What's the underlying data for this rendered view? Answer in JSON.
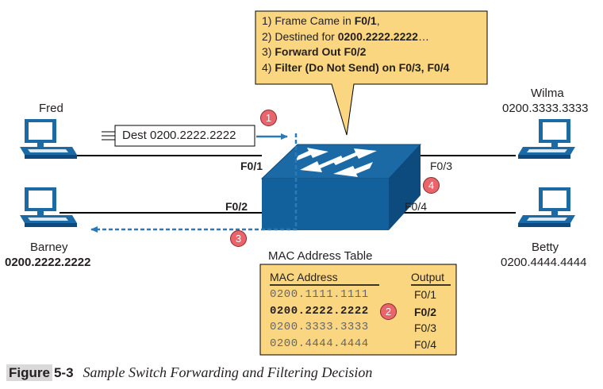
{
  "callout": {
    "line1_pre": "1) Frame Came in ",
    "line1_bold": "F0/1",
    "line1_post": ",",
    "line2_pre": "2) Destined for ",
    "line2_bold": "0200.2222.2222",
    "line2_post": "…",
    "line3_pre": "3) ",
    "line3_bold": "Forward Out F0/2",
    "line4_pre": "4) ",
    "line4_bold": "Filter (Do Not Send) on F0/3, F0/4"
  },
  "hosts": {
    "fred": {
      "name": "Fred"
    },
    "barney": {
      "name": "Barney",
      "mac": "0200.2222.2222"
    },
    "wilma": {
      "name": "Wilma",
      "mac": "0200.3333.3333"
    },
    "betty": {
      "name": "Betty",
      "mac": "0200.4444.4444"
    }
  },
  "ports": {
    "f01": "F0/1",
    "f02": "F0/2",
    "f03": "F0/3",
    "f04": "F0/4"
  },
  "frame": {
    "label": "Dest 0200.2222.2222"
  },
  "steps": [
    "1",
    "2",
    "3",
    "4"
  ],
  "mac_table": {
    "title": "MAC Address Table",
    "header_mac": "MAC Address",
    "header_output": "Output",
    "rows": [
      {
        "mac": "0200.1111.1111",
        "output": "F0/1",
        "highlight": false
      },
      {
        "mac": "0200.2222.2222",
        "output": "F0/2",
        "highlight": true
      },
      {
        "mac": "0200.3333.3333",
        "output": "F0/3",
        "highlight": false
      },
      {
        "mac": "0200.4444.4444",
        "output": "F0/4",
        "highlight": false
      }
    ]
  },
  "caption": {
    "label": "Figure",
    "number": "5-3",
    "title": "Sample Switch Forwarding and Filtering Decision"
  },
  "colors": {
    "device": "#1b6aa5",
    "device_dark": "#0d4a7d",
    "callout_bg": "#fbd680",
    "badge": "#e9646b",
    "frame_arrow": "#2a7ab8"
  }
}
